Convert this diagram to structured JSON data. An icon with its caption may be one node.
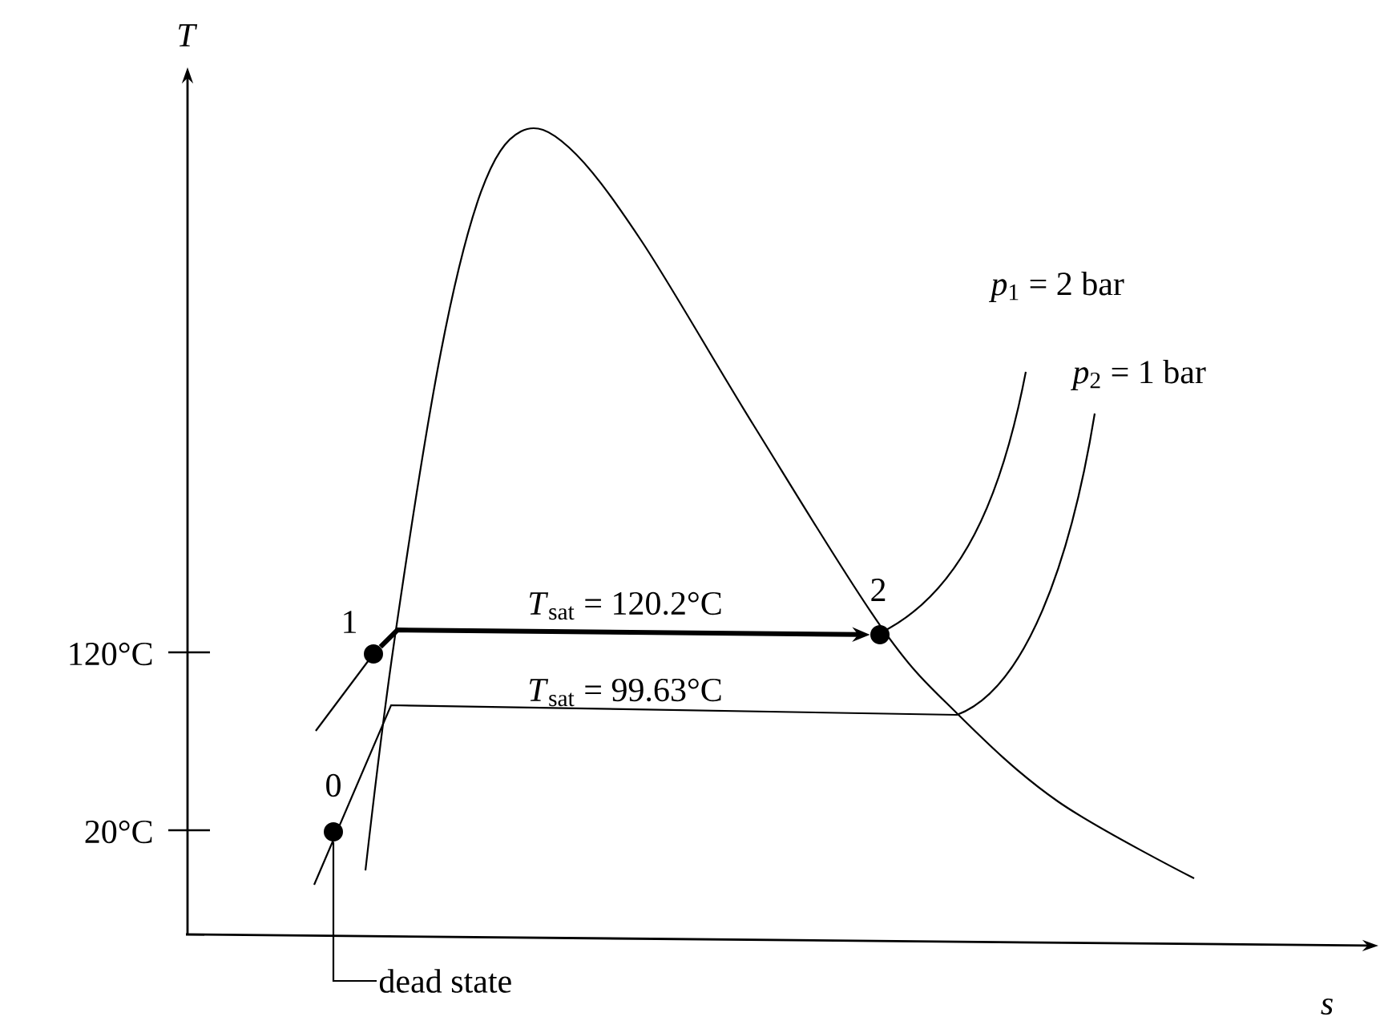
{
  "diagram": {
    "nodes": [
      {
        "text": [],
        "shape": "circle",
        "beside": [
          "0"
        ]
      },
      {
        "text": [],
        "shape": "circle",
        "beside": [
          "1"
        ]
      },
      {
        "text": [],
        "shape": "circle",
        "beside": [
          "2"
        ]
      },
      {
        "text": [
          "dead state"
        ]
      }
    ],
    "edges": [
      {
        "from": 1,
        "to": 2,
        "arrow": "to",
        "label": "*T*$_{sat}$ = 120.2°C",
        "style": "thick"
      },
      {
        "from": 3,
        "to": 0,
        "arrow": "none"
      }
    ],
    "labels": [
      "T",
      "s",
      "120°C",
      "20°C",
      "*p*$_{1}$ = 2 bar",
      "*p*$_{2}$ = 1 bar",
      "*T*$_{sat}$ = 99.63°C"
    ]
  }
}
